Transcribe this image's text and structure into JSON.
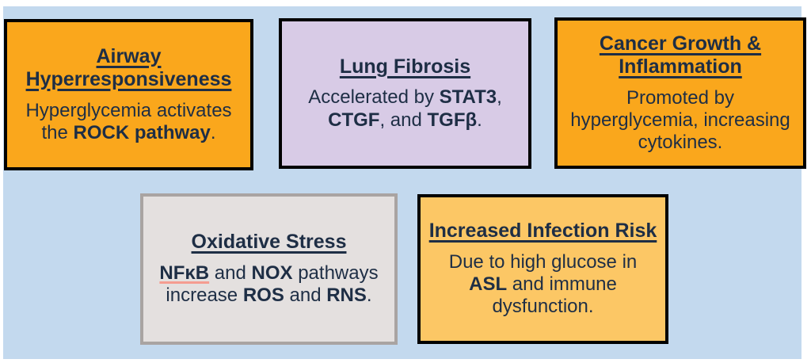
{
  "colors": {
    "page_background": "#FFFFFF",
    "panel_background": "#C3D9EE",
    "text": "#1E2E45",
    "orange_fill": "#FAA71C",
    "purple_fill": "#D8CBE6",
    "gray_fill": "#E4E0DF",
    "light_orange_fill": "#FCC765",
    "black_border": "#000000",
    "gray_border": "#A9A4A2",
    "spellcheck_underline": "#F59C90"
  },
  "boxes": [
    {
      "id": "airway-hyperresponsiveness",
      "fill": "#FAA71C",
      "border": "#000000",
      "title": "Airway Hyperresponsiveness",
      "title_lines": [
        "Airway",
        "Hyperresponsiveness"
      ],
      "body_text": "Hyperglycemia activates the ROCK pathway.",
      "body_lines": [
        [
          {
            "text": "Hyperglycemia activates",
            "bold": false
          }
        ],
        [
          {
            "text": "the ",
            "bold": false
          },
          {
            "text": "ROCK pathway",
            "bold": true
          },
          {
            "text": ".",
            "bold": false
          }
        ]
      ]
    },
    {
      "id": "lung-fibrosis",
      "fill": "#D8CBE6",
      "border": "#000000",
      "title": "Lung Fibrosis",
      "title_lines": [
        "Lung Fibrosis"
      ],
      "body_text": "Accelerated by STAT3, CTGF, and TGFβ.",
      "body_lines": [
        [
          {
            "text": "Accelerated by ",
            "bold": false
          },
          {
            "text": "STAT3",
            "bold": true
          },
          {
            "text": ",",
            "bold": false
          }
        ],
        [
          {
            "text": "CTGF",
            "bold": true
          },
          {
            "text": ", and ",
            "bold": false
          },
          {
            "text": "TGFβ",
            "bold": true
          },
          {
            "text": ".",
            "bold": false
          }
        ]
      ]
    },
    {
      "id": "cancer-growth-inflammation",
      "fill": "#FAA71C",
      "border": "#000000",
      "title": "Cancer Growth & Inflammation",
      "title_lines": [
        "Cancer Growth &",
        "Inflammation"
      ],
      "body_text": "Promoted by hyperglycemia, increasing cytokines.",
      "body_lines": [
        [
          {
            "text": "Promoted by",
            "bold": false
          }
        ],
        [
          {
            "text": "hyperglycemia, increasing",
            "bold": false
          }
        ],
        [
          {
            "text": "cytokines.",
            "bold": false
          }
        ]
      ]
    },
    {
      "id": "oxidative-stress",
      "fill": "#E4E0DF",
      "border": "#A9A4A2",
      "title": "Oxidative Stress",
      "title_lines": [
        "Oxidative Stress"
      ],
      "body_text": "NFκB and NOX pathways increase ROS and RNS.",
      "nfkb_spellcheck_underline": "#F59C90",
      "body_lines": [
        [
          {
            "text": "NFκB",
            "bold": true
          },
          {
            "text": " and ",
            "bold": false
          },
          {
            "text": "NOX",
            "bold": true
          },
          {
            "text": " pathways",
            "bold": false
          }
        ],
        [
          {
            "text": "increase ",
            "bold": false
          },
          {
            "text": "ROS",
            "bold": true
          },
          {
            "text": " and ",
            "bold": false
          },
          {
            "text": "RNS",
            "bold": true
          },
          {
            "text": ".",
            "bold": false
          }
        ]
      ]
    },
    {
      "id": "increased-infection-risk",
      "fill": "#FCC765",
      "border": "#000000",
      "title": "Increased Infection Risk",
      "title_lines": [
        "Increased Infection Risk"
      ],
      "body_text": "Due to high glucose in ASL and immune dysfunction.",
      "body_lines": [
        [
          {
            "text": "Due to high glucose in",
            "bold": false
          }
        ],
        [
          {
            "text": "ASL",
            "bold": true
          },
          {
            "text": " and immune",
            "bold": false
          }
        ],
        [
          {
            "text": "dysfunction.",
            "bold": false
          }
        ]
      ]
    }
  ]
}
